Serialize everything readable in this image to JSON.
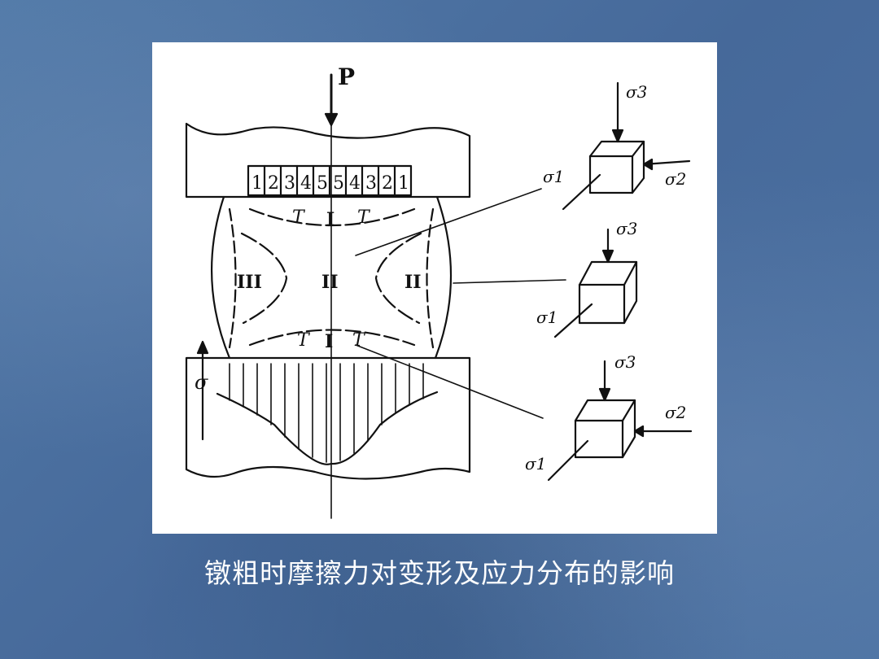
{
  "caption": "镦粗时摩擦力对变形及应力分布的影响",
  "diagram": {
    "force_label": "P",
    "zone_labels": {
      "zone_1": "I",
      "zone_2": "II",
      "zone_3": "III"
    },
    "friction_label": "T",
    "stress_label": "σ",
    "contact_numbers": [
      "1",
      "2",
      "3",
      "4",
      "5",
      "5",
      "4",
      "3",
      "2",
      "1"
    ],
    "sigma_1": "σ1",
    "sigma_2": "σ2",
    "sigma_3": "σ3"
  }
}
